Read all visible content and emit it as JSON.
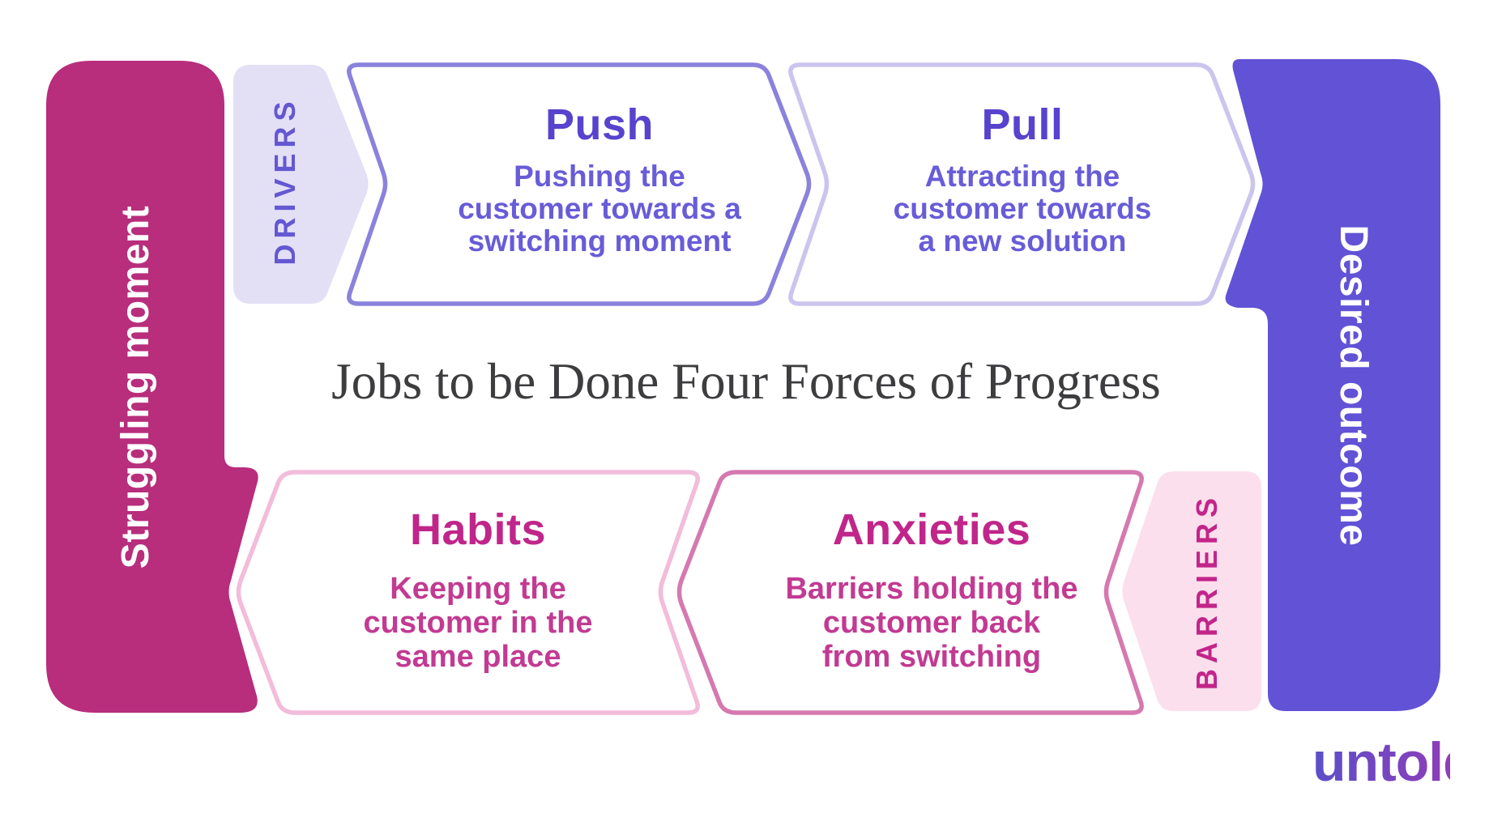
{
  "title": "Jobs to be Done Four Forces of Progress",
  "left_banner": {
    "label": "Struggling moment"
  },
  "right_banner": {
    "label": "Desired outcome"
  },
  "rails": {
    "drivers_label": "DRIVERS",
    "barriers_label": "BARRIERS"
  },
  "forces": [
    {
      "id": "push",
      "heading": "Push",
      "lines": [
        "Pushing the",
        "customer towards a",
        "switching moment"
      ]
    },
    {
      "id": "pull",
      "heading": "Pull",
      "lines": [
        "Attracting the",
        "customer towards",
        "a new solution"
      ]
    },
    {
      "id": "habits",
      "heading": "Habits",
      "lines": [
        "Keeping the",
        "customer in the",
        "same place"
      ]
    },
    {
      "id": "anxieties",
      "heading": "Anxieties",
      "lines": [
        "Barriers holding the",
        "customer back",
        "from switching"
      ]
    }
  ],
  "logo": {
    "label": "untold"
  },
  "colors": {
    "magenta": "#B82D7C",
    "purple": "#6152D6",
    "push_border": "#8A82DC",
    "pull_border": "#CBC5EE",
    "drivers_fill": "#E3DFF5",
    "drivers_text": "#6457D2",
    "barriers_fill": "#FBDFEC",
    "barriers_text": "#C2258A",
    "habits_border": "#F2BCDA",
    "anxieties_border": "#D579B0",
    "pink_heading": "#C0268A",
    "pink_body": "#C23A92",
    "purple_heading": "#5743CE",
    "purple_body": "#685CD8",
    "title_color": "#3D3D40",
    "logo_from": "#5B4FC8",
    "logo_to": "#8F3DB8"
  }
}
